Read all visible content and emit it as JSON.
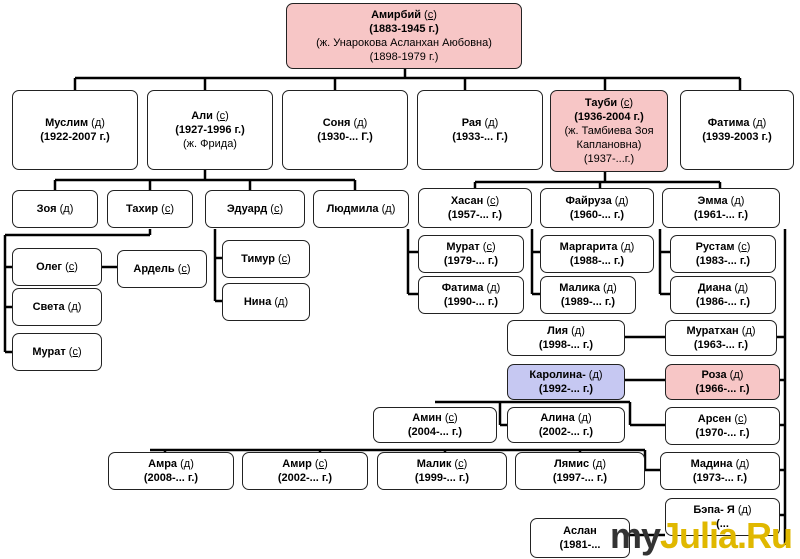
{
  "nodes": [
    {
      "id": "amirbiy",
      "name": "Амирбий",
      "sex": "с",
      "dates": "(1883-1945 г.)",
      "spouse": "(ж. Унарокова Асланхан Аюбовна)",
      "spouse_dates": "(1898-1979 г.)",
      "style": "pink"
    },
    {
      "id": "muslim",
      "name": "Муслим",
      "sex": "д",
      "dates": "(1922-2007 г.)"
    },
    {
      "id": "ali",
      "name": "Али",
      "sex": "с",
      "dates": "(1927-1996 г.)",
      "spouse": "(ж. Фрида)"
    },
    {
      "id": "sonya",
      "name": "Соня",
      "sex": "д",
      "dates": "(1930-... Г.)"
    },
    {
      "id": "raya",
      "name": "Рая",
      "sex": "д",
      "dates": "(1933-... Г.)"
    },
    {
      "id": "taubi",
      "name": "Тауби",
      "sex": "с",
      "dates": "(1936-2004 г.)",
      "spouse": "(ж. Тамбиева Зоя Каплановна)",
      "spouse_dates": "(1937-...г.)",
      "style": "pink"
    },
    {
      "id": "fatima1",
      "name": "Фатима",
      "sex": "д",
      "dates": "(1939-2003 г.)"
    },
    {
      "id": "zoya",
      "name": "Зоя",
      "sex": "д"
    },
    {
      "id": "tahir",
      "name": "Тахир",
      "sex": "с"
    },
    {
      "id": "eduard",
      "name": "Эдуард",
      "sex": "с"
    },
    {
      "id": "lyudmila",
      "name": "Людмила",
      "sex": "д"
    },
    {
      "id": "hasan",
      "name": "Хасан",
      "sex": "с",
      "dates": "(1957-... г.)"
    },
    {
      "id": "fayruza",
      "name": "Файруза",
      "sex": "д",
      "dates": "(1960-... г.)"
    },
    {
      "id": "emma",
      "name": "Эмма",
      "sex": "д",
      "dates": "(1961-... г.)"
    },
    {
      "id": "oleg",
      "name": "Олег",
      "sex": "с"
    },
    {
      "id": "ardel",
      "name": "Ардель",
      "sex": "с"
    },
    {
      "id": "sveta",
      "name": "Света",
      "sex": "д"
    },
    {
      "id": "murat1",
      "name": "Мурат",
      "sex": "с"
    },
    {
      "id": "timur",
      "name": "Тимур",
      "sex": "с"
    },
    {
      "id": "nina",
      "name": "Нина",
      "sex": "д"
    },
    {
      "id": "murat2",
      "name": "Мурат",
      "sex": "с",
      "dates": "(1979-... г.)"
    },
    {
      "id": "fatima2",
      "name": "Фатима",
      "sex": "д",
      "dates": "(1990-... г.)"
    },
    {
      "id": "margarita",
      "name": "Маргарита",
      "sex": "д",
      "dates": "(1988-... г.)"
    },
    {
      "id": "malika",
      "name": "Малика",
      "sex": "д",
      "dates": "(1989-... г.)"
    },
    {
      "id": "rustam",
      "name": "Рустам",
      "sex": "с",
      "dates": "(1983-... г.)"
    },
    {
      "id": "diana",
      "name": "Диана",
      "sex": "д",
      "dates": "(1986-... г.)"
    },
    {
      "id": "liya",
      "name": "Лия",
      "sex": "д",
      "dates": "(1998-... г.)"
    },
    {
      "id": "muratkhan",
      "name": "Муратхан",
      "sex": "д",
      "dates": "(1963-... г.)"
    },
    {
      "id": "karolina",
      "name": "Каролина-",
      "sex": "д",
      "dates": "(1992-...  г.)",
      "style": "blue"
    },
    {
      "id": "roza",
      "name": "Роза",
      "sex": "д",
      "dates": "(1966-... г.)",
      "style": "pink"
    },
    {
      "id": "amin",
      "name": "Амин",
      "sex": "с",
      "dates": "(2004-... г.)"
    },
    {
      "id": "alina",
      "name": "Алина",
      "sex": "д",
      "dates": "(2002-... г.)"
    },
    {
      "id": "arsen",
      "name": "Арсен",
      "sex": "с",
      "dates": "(1970-... г.)"
    },
    {
      "id": "amra",
      "name": "Амра",
      "sex": "д",
      "dates": "(2008-... г.)"
    },
    {
      "id": "amir",
      "name": "Амир",
      "sex": "с",
      "dates": "(2002-... г.)"
    },
    {
      "id": "malik",
      "name": "Малик",
      "sex": "с",
      "dates": "(1999-... г.)"
    },
    {
      "id": "lyamis",
      "name": "Лямис",
      "sex": "д",
      "dates": "(1997-... г.)"
    },
    {
      "id": "madina",
      "name": "Мадина",
      "sex": "д",
      "dates": "(1973-... г.)"
    },
    {
      "id": "bepa",
      "name": "Бэпа- Я",
      "sex": "д",
      "dates": "(..."
    },
    {
      "id": "aslan",
      "name": "Аслан",
      "sex": "",
      "dates": "(1981-..."
    }
  ],
  "watermark": {
    "part1": "my",
    "part2": "Julia.Ru"
  }
}
